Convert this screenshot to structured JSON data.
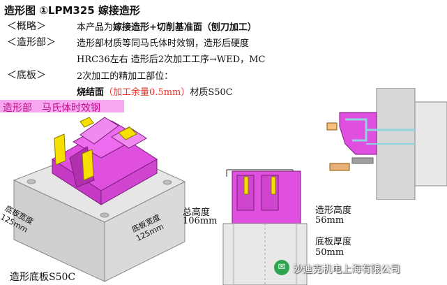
{
  "title": "造形图 ①LPM325 嫁接造形",
  "overview": {
    "label": "＜概略＞",
    "text_prefix": "本产品为",
    "text_bold": "嫁接造形+切削基准面（刨刀加工）"
  },
  "forming": {
    "label": "＜造形部＞",
    "line1": "造形部材质等同马氏体时效钢，造形后硬度",
    "line2": "HRC36左右 造形后2次加工工序→WED，MC"
  },
  "base": {
    "label": "＜底板＞",
    "line1": "2次加工的精加工部位：",
    "sintered_bold": "烧结面",
    "allowance": "（加工余量0.5mm）",
    "material": "材质S50C"
  },
  "callout_forming": "造形部　马氏体时效钢",
  "base_width_a": {
    "line1": "底板宽度",
    "line2": "125mm"
  },
  "base_width_b": {
    "line1": "底板宽度",
    "line2": "125mm"
  },
  "base_label": "造形底板S50C",
  "total_height": {
    "label": "总高度",
    "value": "106mm"
  },
  "forming_height": {
    "label": "造形高度",
    "value": "56mm"
  },
  "base_thickness": {
    "label": "底板厚度",
    "value": "50mm"
  },
  "watermark": "沙迪克机电上海有限公司",
  "colors": {
    "magenta": "#e050e0",
    "yellow": "#f7e000",
    "gray": "#d7d7d7",
    "teal": "#8fd4dc",
    "pink_bar": "#f7a8f0",
    "red": "#e8312a"
  },
  "icons": [
    "wechat-icon"
  ]
}
